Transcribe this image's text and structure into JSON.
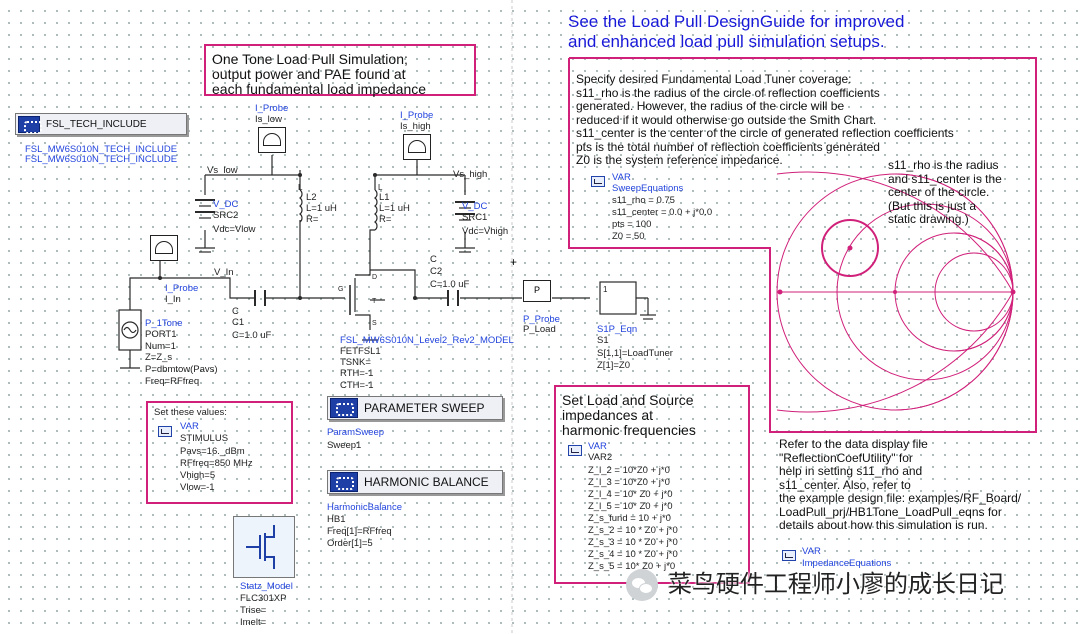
{
  "design_guide_note": {
    "line1": "See the Load Pull DesignGuide for improved",
    "line2": "and enhanced load pull simulation setups."
  },
  "title_box": {
    "line1": "One Tone Load Pull Simulation;",
    "line2": "output power and PAE found at",
    "line3": "each fundamental load impedance"
  },
  "tech_include": {
    "button_label": "FSL_TECH_INCLUDE",
    "line1": "FSL_MW6S010N_TECH_INCLUDE",
    "line2": "FSL_MW6S010N_TECH_INCLUDE"
  },
  "probe_is_low": {
    "type": "I_Probe",
    "name": "Is_low"
  },
  "probe_is_high": {
    "type": "I_Probe",
    "name": "Is_high"
  },
  "probe_i_in": {
    "type": "I_Probe",
    "name": "I_In"
  },
  "nodes": {
    "vs_low": "Vs_low",
    "vs_high": "Vs_high",
    "v_in": "V_In"
  },
  "src2": {
    "type": "V_DC",
    "name": "SRC2",
    "value": "Vdc=Vlow"
  },
  "src1": {
    "type": "V_DC",
    "name": "SRC1",
    "value": "Vdc=Vhigh"
  },
  "l2": {
    "type": "L",
    "name": "L2",
    "value": "L=1 uH",
    "r": "R="
  },
  "l1": {
    "type": "L",
    "name": "L1",
    "value": "L=1 uH",
    "r": "R="
  },
  "c1": {
    "type": "C",
    "name": "C1",
    "value": "C=1.0 uF"
  },
  "c2": {
    "type": "C",
    "name": "C2",
    "value": "C=1.0 uF"
  },
  "transistor": {
    "model": "FSL_MW6S010N_Level2_Rev2_MODEL",
    "p1": "FETFSL1",
    "p2": "TSNK=",
    "p3": "RTH=-1",
    "p4": "CTH=-1",
    "g": "G",
    "d": "D",
    "s": "S",
    "t": "T"
  },
  "port1": {
    "type": "P_1Tone",
    "name": "PORT1",
    "l1": "Num=1",
    "l2": "Z=Z_s",
    "l3": "P=dbmtow(Pavs)",
    "l4": "Freq=RFfreq"
  },
  "p_probe": {
    "type": "P_Probe",
    "name": "P_Load",
    "glyph": "P"
  },
  "s1p": {
    "type": "S1P_Eqn",
    "name": "S1",
    "l1": "S[1,1]=LoadTuner",
    "l2": "Z[1]=Z0",
    "port_label": "1"
  },
  "stimulus_box": {
    "header": "Set these values:",
    "var_label": "VAR",
    "name": "STIMULUS",
    "lines": [
      "Pavs=16._dBm",
      "RFfreq=850 MHz",
      "Vhigh=5",
      "Vlow=-1"
    ]
  },
  "param_sweep": {
    "button_label": "PARAMETER SWEEP",
    "type": "ParamSweep",
    "name": "Sweep1"
  },
  "harmonic_balance": {
    "button_label": "HARMONIC BALANCE",
    "type": "HarmonicBalance",
    "name": "HB1",
    "l1": "Freq[1]=RFfreq",
    "l2": "Order[1]=5"
  },
  "statz": {
    "type": "Statz_Model",
    "name": "FLC301XP",
    "l1": "Trise=",
    "l2": "Imelt="
  },
  "coverage_box": {
    "lines": [
      "Specify desired Fundamental Load Tuner coverage:",
      "s11_rho is the radius of the circle of reflection coefficients",
      "      generated.  However, the radius of the circle will be",
      "      reduced if it would otherwise go outside the Smith Chart.",
      "s11_center is the center of the circle of generated reflection coefficients",
      "pts is the total number of reflection coefficients generated",
      "Z0 is the system reference impedance."
    ]
  },
  "sweep_equations": {
    "var_label": "VAR",
    "name": "SweepEquations",
    "lines": [
      "s11_rho = 0.75",
      "s11_center = 0.0 + j*0.0",
      "pts = 100",
      "Z0 = 50"
    ]
  },
  "smith_note": {
    "lines": [
      "s11_rho is the radius",
      "and s11_center is the",
      "center of the circle.",
      "(But this is just a",
      "static drawing.)"
    ]
  },
  "harmonic_box": {
    "header1": "Set Load and Source",
    "header2": "impedances at",
    "header3": "harmonic frequencies",
    "var_label": "VAR",
    "name": "VAR2",
    "lines": [
      "Z_l_2 = 10*Z0 + j*0",
      "Z_l_3 = 10*Z0 + j*0",
      "Z_l_4 = 10* Z0 + j*0",
      "Z_l_5 = 10* Z0 + j*0",
      "Z_s_fund = 10 + j*0",
      "Z_s_2 = 10 * Z0 + j*0",
      "Z_s_3 = 10 * Z0 + j*0",
      "Z_s_4 = 10 * Z0 + j*0",
      "Z_s_5 = 10* Z0 + j*0"
    ]
  },
  "refer_note": {
    "lines": [
      "Refer to the data display file",
      "\"ReflectionCoefUtility\" for",
      "help in setting s11_rho and",
      "s11_center.  Also, refer to",
      "the example design file: examples/RF_Board/",
      "LoadPull_prj/HB1Tone_LoadPull_eqns for",
      "details about how this simulation is run."
    ]
  },
  "impedance_equations": {
    "var_label": "VAR",
    "name": "ImpedanceEquations"
  },
  "watermark": {
    "text": "菜鸟硬件工程师小廖的成长日记"
  },
  "colors": {
    "wire": "#2a2a2a",
    "box_border": "#d0207a",
    "smith": "#d0207a",
    "component_text": "#2244dd",
    "title": "#1818d8"
  }
}
